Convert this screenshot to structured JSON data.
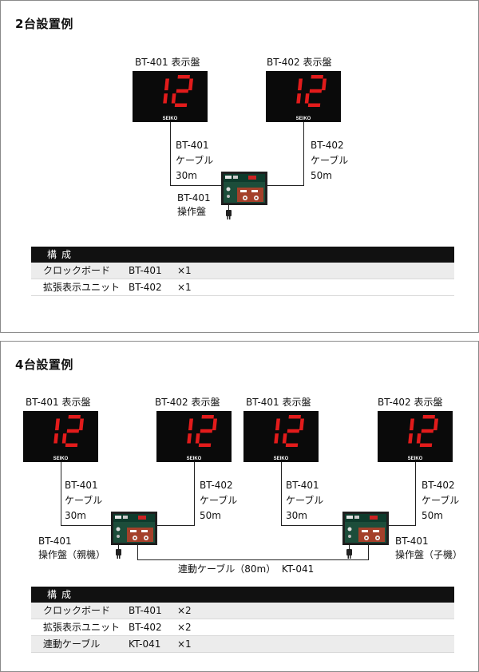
{
  "section1": {
    "title": "2台設置例",
    "displays": [
      {
        "label": "BT-401 表示盤",
        "digits": "12",
        "brand": "SEIKO"
      },
      {
        "label": "BT-402 表示盤",
        "digits": "12",
        "brand": "SEIKO"
      }
    ],
    "cables": [
      {
        "text": "BT-401\nケーブル\n30m"
      },
      {
        "text": "BT-402\nケーブル\n50m"
      }
    ],
    "controller": {
      "label": "BT-401\n操作盤"
    },
    "table": {
      "header": "構成",
      "rows": [
        {
          "name": "クロックボード",
          "model": "BT-401",
          "qty": "×1"
        },
        {
          "name": "拡張表示ユニット",
          "model": "BT-402",
          "qty": "×1"
        }
      ]
    }
  },
  "section2": {
    "title": "4台設置例",
    "displays": [
      {
        "label": "BT-401 表示盤",
        "digits": "12",
        "brand": "SEIKO"
      },
      {
        "label": "BT-402 表示盤",
        "digits": "12",
        "brand": "SEIKO"
      },
      {
        "label": "BT-401 表示盤",
        "digits": "12",
        "brand": "SEIKO"
      },
      {
        "label": "BT-402 表示盤",
        "digits": "12",
        "brand": "SEIKO"
      }
    ],
    "cables": [
      {
        "text": "BT-401\nケーブル\n30m"
      },
      {
        "text": "BT-402\nケーブル\n50m"
      },
      {
        "text": "BT-401\nケーブル\n30m"
      },
      {
        "text": "BT-402\nケーブル\n50m"
      }
    ],
    "controllers": [
      {
        "label": "BT-401\n操作盤（親機）"
      },
      {
        "label": "BT-401\n操作盤（子機）"
      }
    ],
    "link_cable": "連動ケーブル（80m）  KT-041",
    "table": {
      "header": "構成",
      "rows": [
        {
          "name": "クロックボード",
          "model": "BT-401",
          "qty": "×2"
        },
        {
          "name": "拡張表示ユニット",
          "model": "BT-402",
          "qty": "×2"
        },
        {
          "name": "連動ケーブル",
          "model": "KT-041",
          "qty": "×1"
        }
      ]
    }
  }
}
